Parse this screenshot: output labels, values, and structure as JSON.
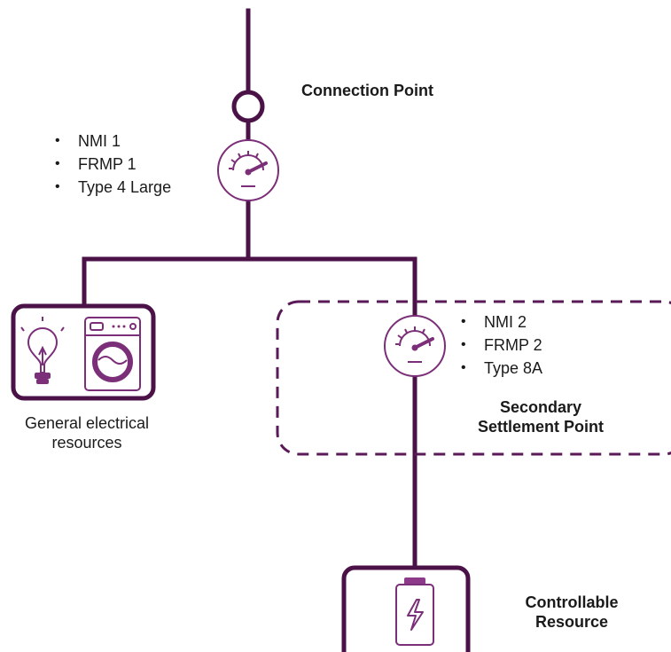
{
  "colors": {
    "primary": "#4b1248",
    "secondary": "#7a2f78",
    "dashed": "#5a1a57",
    "battery_cap": "#8e3a8a"
  },
  "icons": {
    "connection": "circle-node-icon",
    "meter": "gauge-meter-icon",
    "lightbulb": "lightbulb-icon",
    "washing_machine": "washing-machine-icon",
    "battery": "battery-icon"
  },
  "connection_point": {
    "label": "Connection Point"
  },
  "meter_1": {
    "bullets": [
      "NMI 1",
      "FRMP 1",
      "Type 4 Large"
    ]
  },
  "meter_2": {
    "bullets": [
      "NMI 2",
      "FRMP 2",
      "Type 8A"
    ]
  },
  "secondary_settlement": {
    "label_line1": "Secondary",
    "label_line2": "Settlement Point"
  },
  "general_resources": {
    "label_line1": "General electrical",
    "label_line2": "resources"
  },
  "controllable_resource": {
    "label_line1": "Controllable",
    "label_line2": "Resource"
  }
}
